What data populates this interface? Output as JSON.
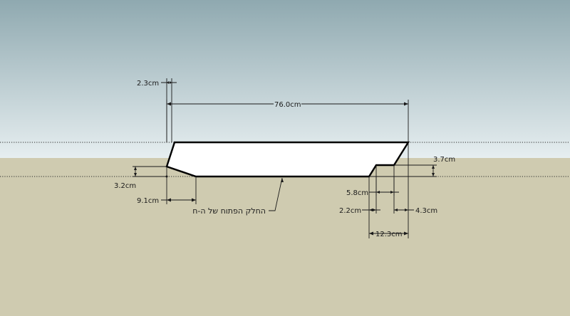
{
  "scene": {
    "sky_top": "#8fa9b0",
    "sky_bottom": "#e6eef0",
    "ground": "#cfcbb0",
    "profile_fill": "#ffffff",
    "profile_stroke": "#000000"
  },
  "dimensions": {
    "overall_length": "76.0cm",
    "top_left_offset": "2.3cm",
    "left_drop": "3.2cm",
    "left_bevel": "9.1cm",
    "right_step_height": "3.7cm",
    "right_step_width": "5.8cm",
    "right_notch": "2.2cm",
    "right_overhang": "4.3cm",
    "right_total": "12.3cm"
  },
  "callout": {
    "label": "החלק הפתוח של ה-ח"
  }
}
